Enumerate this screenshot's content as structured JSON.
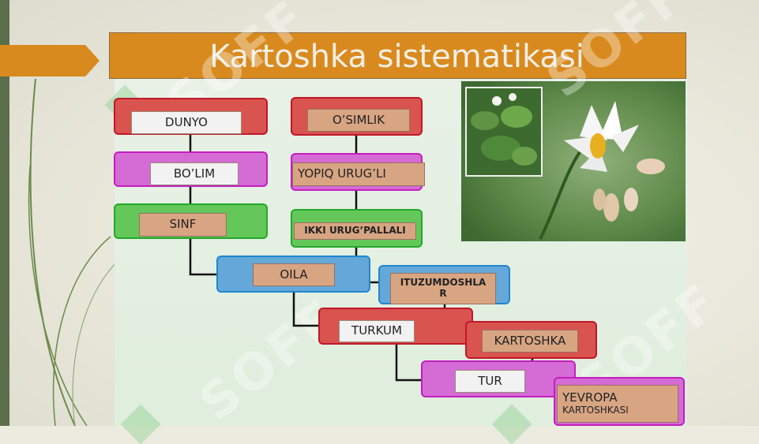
{
  "title": "Kartoshka sistematikasi",
  "watermark": "SOFF",
  "nodes": {
    "dunyo": "DUNYO",
    "osimlik": "O’SIMLIK",
    "bolim": "BO’LIM",
    "yopiq": "YOPIQ URUG’LI",
    "sinf": "SINF",
    "ikki": "IKKI URUG’PALLALI",
    "oila": "OILA",
    "ituzum": "ITUZUMDOSHLAR",
    "turkum": "TURKUM",
    "kartoshka": "KARTOSHKA",
    "tur": "TUR",
    "yevropa_line1": "YEVROPA",
    "yevropa_line2": "KARTOSHKASI"
  },
  "colors": {
    "banner": "#d98a1e",
    "red": "#d9534f",
    "magenta": "#d56bd4",
    "green": "#63c859",
    "blue": "#63a8d8",
    "label_tan": "#d8a583"
  },
  "images": {
    "photo": "potato-plant-and-flower-photo"
  }
}
